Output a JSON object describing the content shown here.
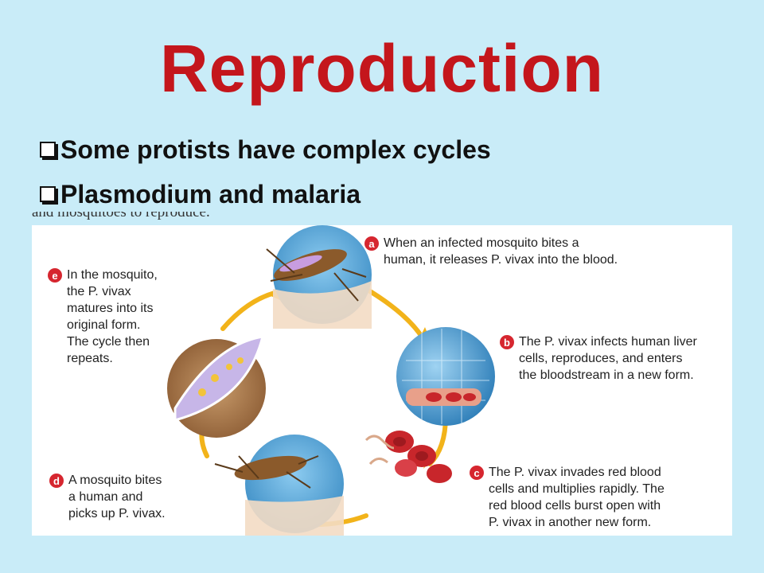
{
  "slide": {
    "title": "Reproduction",
    "bullets": [
      "Some protists have complex cycles",
      "Plasmodium and malaria"
    ],
    "cut_off_text": "and mosquitoes to reproduce."
  },
  "figure": {
    "steps": [
      {
        "letter": "a",
        "text": "When an infected mosquito bites a\nhuman, it releases P. vivax into the blood."
      },
      {
        "letter": "b",
        "text": "The P. vivax infects human liver\ncells, reproduces, and enters\nthe bloodstream in a new form."
      },
      {
        "letter": "c",
        "text": "The P. vivax invades red blood\ncells and multiplies rapidly. The\nred blood cells burst open with\nP. vivax in another new form."
      },
      {
        "letter": "d",
        "text": "A mosquito bites\na human and\npicks up P. vivax."
      },
      {
        "letter": "e",
        "text": "In the mosquito,\nthe P. vivax\nmatures into its\noriginal form.\nThe cycle then\nrepeats."
      }
    ],
    "colors": {
      "badge": "#d6262f",
      "arrow": "#f2b31a",
      "skin_circle": "#5aa6d8",
      "blood_cell": "#c8262b"
    }
  }
}
